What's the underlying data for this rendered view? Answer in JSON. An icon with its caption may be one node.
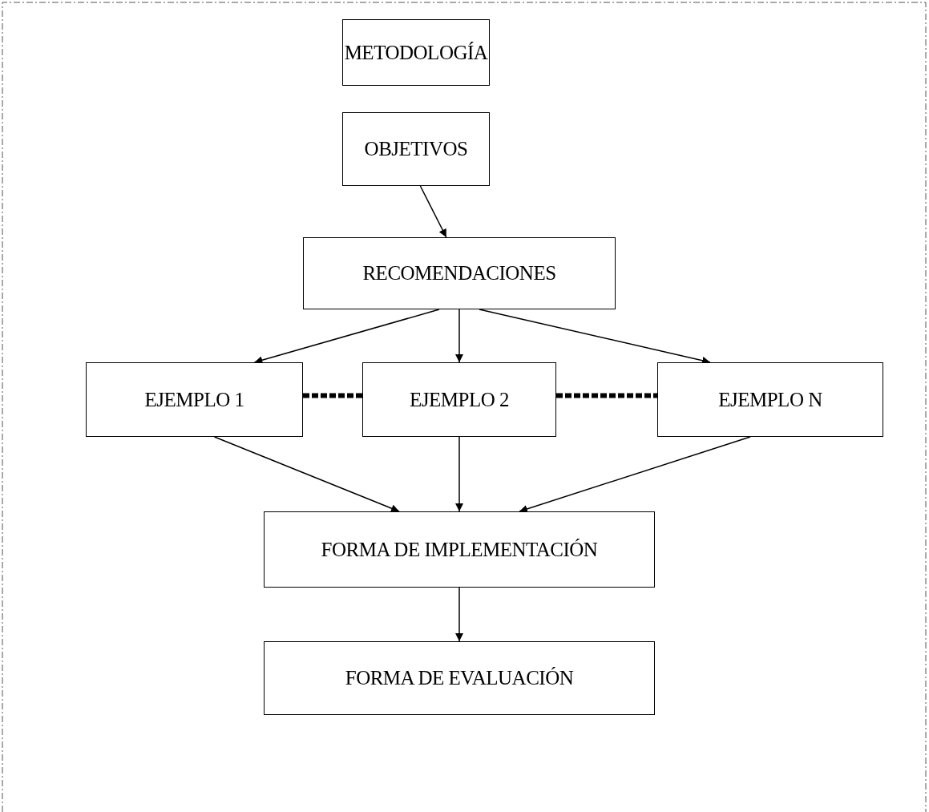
{
  "diagram": {
    "nodes": [
      {
        "text": [
          "METODOLOGÍA"
        ]
      },
      {
        "text": [
          "OBJETIVOS"
        ]
      },
      {
        "text": [
          "RECOMENDACIONES"
        ]
      },
      {
        "text": [
          "EJEMPLO 1"
        ]
      },
      {
        "text": [
          "EJEMPLO 2"
        ]
      },
      {
        "text": [
          "EJEMPLO N"
        ]
      },
      {
        "text": [
          "FORMA DE IMPLEMENTACIÓN"
        ]
      },
      {
        "text": [
          "FORMA DE EVALUACIÓN"
        ]
      }
    ],
    "edges": [
      {
        "from": 1,
        "to": 2,
        "arrow": "to"
      },
      {
        "from": 2,
        "to": 3,
        "arrow": "to"
      },
      {
        "from": 2,
        "to": 4,
        "arrow": "to"
      },
      {
        "from": 2,
        "to": 5,
        "arrow": "to"
      },
      {
        "from": 3,
        "to": 4,
        "arrow": "none",
        "style": "dashed"
      },
      {
        "from": 4,
        "to": 5,
        "arrow": "none",
        "style": "dashed"
      },
      {
        "from": 3,
        "to": 6,
        "arrow": "to"
      },
      {
        "from": 4,
        "to": 6,
        "arrow": "to"
      },
      {
        "from": 5,
        "to": 6,
        "arrow": "to"
      },
      {
        "from": 6,
        "to": 7,
        "arrow": "to"
      }
    ]
  }
}
